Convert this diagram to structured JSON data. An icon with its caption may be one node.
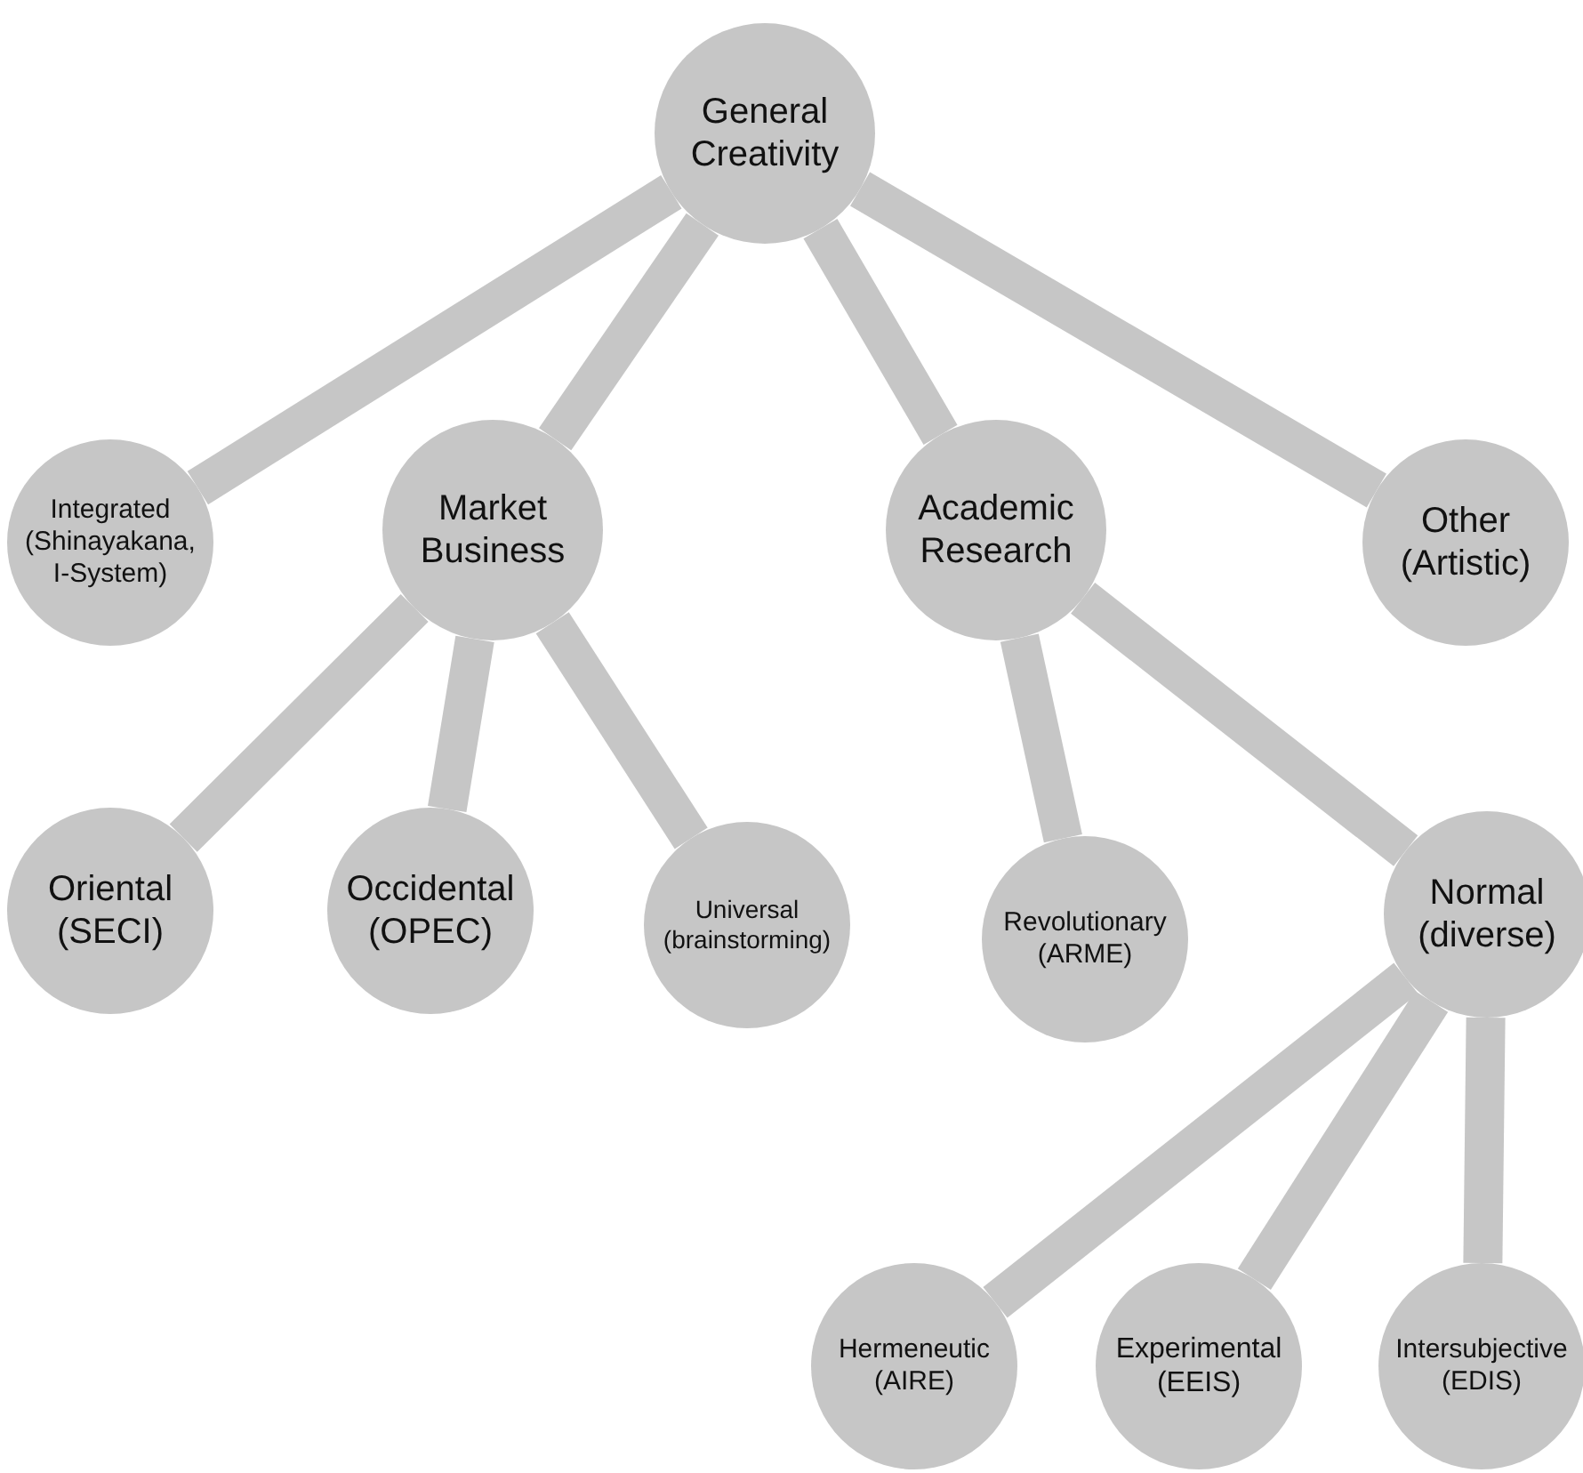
{
  "diagram": {
    "nodes": [
      {
        "text": [
          "General Creativity"
        ]
      },
      {
        "text": [
          "Integrated (Shinayakana, I-System)"
        ]
      },
      {
        "text": [
          "Market Business"
        ]
      },
      {
        "text": [
          "Academic Research"
        ]
      },
      {
        "text": [
          "Other (Artistic)"
        ]
      },
      {
        "text": [
          "Oriental (SECI)"
        ]
      },
      {
        "text": [
          "Occidental (OPEC)"
        ]
      },
      {
        "text": [
          "Universal (brainstorming)"
        ]
      },
      {
        "text": [
          "Revolutionary (ARME)"
        ]
      },
      {
        "text": [
          "Normal (diverse)"
        ]
      },
      {
        "text": [
          "Hermeneutic (AIRE)"
        ]
      },
      {
        "text": [
          "Experimental (EEIS)"
        ]
      },
      {
        "text": [
          "Intersubjective (EDIS)"
        ]
      }
    ],
    "edges": [
      {
        "from": 0,
        "to": 1,
        "arrow": "none"
      },
      {
        "from": 0,
        "to": 2,
        "arrow": "none"
      },
      {
        "from": 0,
        "to": 3,
        "arrow": "none"
      },
      {
        "from": 0,
        "to": 4,
        "arrow": "none"
      },
      {
        "from": 2,
        "to": 5,
        "arrow": "none"
      },
      {
        "from": 2,
        "to": 6,
        "arrow": "none"
      },
      {
        "from": 2,
        "to": 7,
        "arrow": "none"
      },
      {
        "from": 3,
        "to": 8,
        "arrow": "none"
      },
      {
        "from": 3,
        "to": 9,
        "arrow": "none"
      },
      {
        "from": 9,
        "to": 10,
        "arrow": "none"
      },
      {
        "from": 9,
        "to": 11,
        "arrow": "none"
      },
      {
        "from": 9,
        "to": 12,
        "arrow": "none"
      }
    ]
  }
}
